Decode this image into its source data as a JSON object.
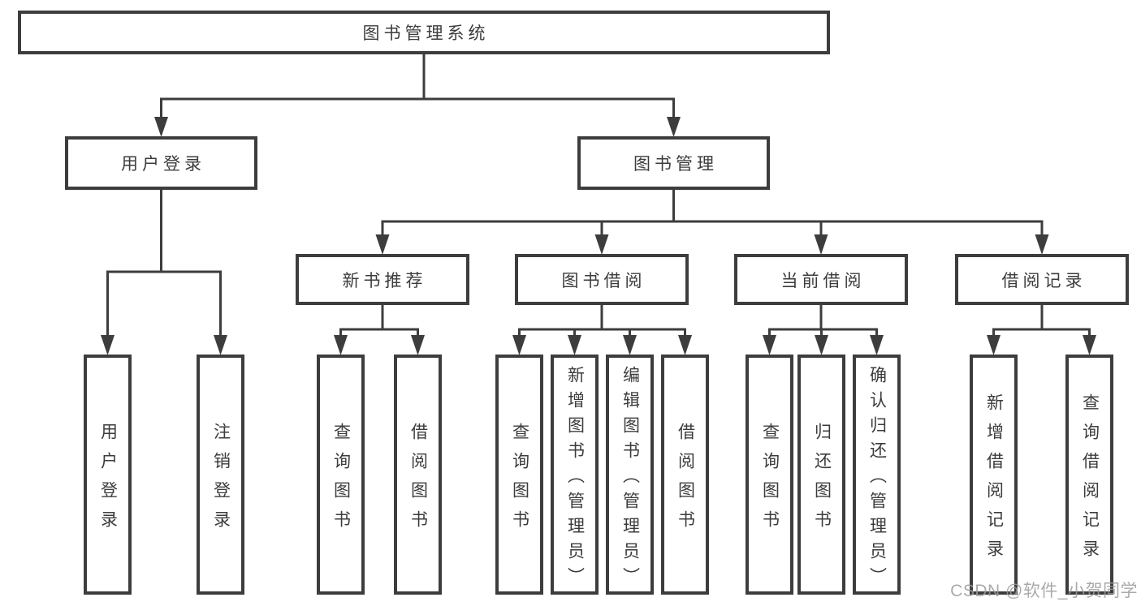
{
  "diagram": {
    "nodes": [
      {
        "id": "root",
        "label": "图书管理系统",
        "parent": null
      },
      {
        "id": "user-login",
        "label": "用户登录",
        "parent": "root"
      },
      {
        "id": "book-mgmt",
        "label": "图书管理",
        "parent": "root"
      },
      {
        "id": "new-book-rec",
        "label": "新书推荐",
        "parent": "book-mgmt"
      },
      {
        "id": "book-borrow",
        "label": "图书借阅",
        "parent": "book-mgmt"
      },
      {
        "id": "current-borrow",
        "label": "当前借阅",
        "parent": "book-mgmt"
      },
      {
        "id": "borrow-record",
        "label": "借阅记录",
        "parent": "book-mgmt"
      },
      {
        "id": "leaf-user-login",
        "label": "用户登录",
        "parent": "user-login"
      },
      {
        "id": "leaf-logout",
        "label": "注销登录",
        "parent": "user-login"
      },
      {
        "id": "leaf-query-book-1",
        "label": "查询图书",
        "parent": "new-book-rec"
      },
      {
        "id": "leaf-borrow-book-1",
        "label": "借阅图书",
        "parent": "new-book-rec"
      },
      {
        "id": "leaf-query-book-2",
        "label": "查询图书",
        "parent": "book-borrow"
      },
      {
        "id": "leaf-add-book",
        "label": "新增图书（管理员）",
        "parent": "book-borrow"
      },
      {
        "id": "leaf-edit-book",
        "label": "编辑图书（管理员）",
        "parent": "book-borrow"
      },
      {
        "id": "leaf-borrow-book-2",
        "label": "借阅图书",
        "parent": "book-borrow"
      },
      {
        "id": "leaf-query-book-3",
        "label": "查询图书",
        "parent": "current-borrow"
      },
      {
        "id": "leaf-return-book",
        "label": "归还图书",
        "parent": "current-borrow"
      },
      {
        "id": "leaf-confirm-return",
        "label": "确认归还（管理员）",
        "parent": "current-borrow"
      },
      {
        "id": "leaf-add-borrow-record",
        "label": "新增借阅记录",
        "parent": "borrow-record"
      },
      {
        "id": "leaf-query-borrow-record",
        "label": "查询借阅记录",
        "parent": "borrow-record"
      }
    ]
  },
  "watermark": {
    "text": "CSDN @软件_小贺同学"
  },
  "colors": {
    "line": "#3d3d3d",
    "text": "#3c3c3c",
    "watermark": "#9c9c9c",
    "background": "#ffffff"
  }
}
